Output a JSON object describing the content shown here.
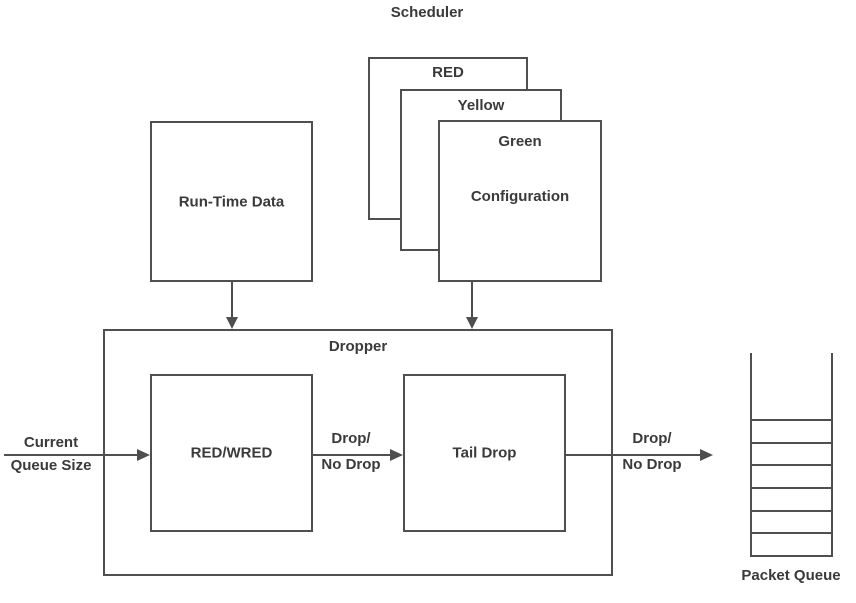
{
  "diagram": {
    "title": "Scheduler",
    "stack": {
      "red_label": "RED",
      "yellow_label": "Yellow",
      "green_label": "Green",
      "configuration_label": "Configuration"
    },
    "run_time_label": "Run-Time Data",
    "dropper_label": "Dropper",
    "red_wred_label": "RED/WRED",
    "tail_drop_label": "Tail Drop",
    "flow_labels": {
      "input_line1": "Current",
      "input_line2": "Queue Size",
      "mid_line1": "Drop/",
      "mid_line2": "No Drop",
      "out_line1": "Drop/",
      "out_line2": "No Drop"
    },
    "packet_queue": {
      "label": "Packet Queue",
      "cell_count": 6
    },
    "colors": {
      "line": "#4f4f4f",
      "text": "#3a3a3a",
      "background": "#ffffff"
    }
  }
}
